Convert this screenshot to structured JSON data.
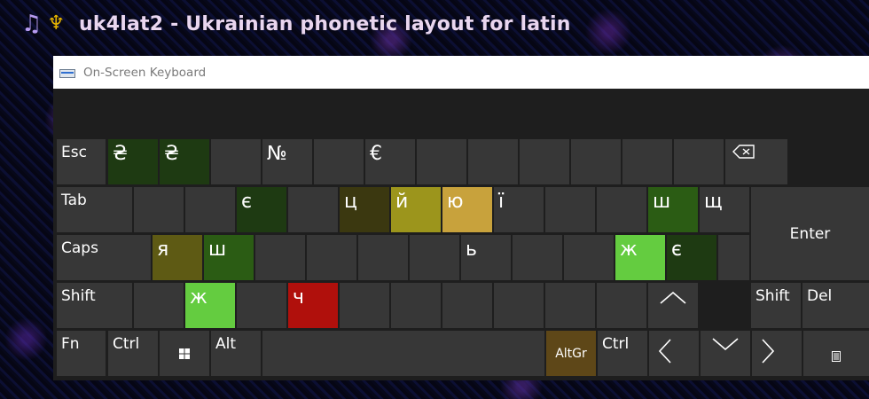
{
  "page": {
    "icon_music": "♫",
    "icon_trident": "♆",
    "title": "uk4lat2 - Ukrainian phonetic layout for latin"
  },
  "window": {
    "title": "On-Screen Keyboard"
  },
  "colors": {
    "key_default": "#373737",
    "key_dark_green": "#1e3a12",
    "key_olive_dark": "#3b3810",
    "key_olive": "#9c951c",
    "key_gold": "#c8a23c",
    "key_green": "#2b5c14",
    "key_bright_green": "#64cc40",
    "key_red": "#b0100c",
    "key_altgr": "#5e4718"
  },
  "keys": {
    "esc": "Esc",
    "r1_1": "₴",
    "r1_2": "₴",
    "r1_3": "",
    "r1_4": "№",
    "r1_5": "",
    "r1_6": "€",
    "r1_7": "",
    "r1_8": "",
    "r1_9": "",
    "r1_10": "",
    "r1_11": "",
    "r1_12": "",
    "tab": "Tab",
    "r2_1": "",
    "r2_2": "",
    "r2_3": "є",
    "r2_4": "",
    "r2_5": "ц",
    "r2_6": "й",
    "r2_7": "ю",
    "r2_8": "ї",
    "r2_9": "",
    "r2_10": "",
    "r2_11": "ш",
    "r2_12": "щ",
    "enter": "Enter",
    "caps": "Caps",
    "r3_1": "я",
    "r3_2": "ш",
    "r3_3": "",
    "r3_4": "",
    "r3_5": "",
    "r3_6": "",
    "r3_7": "ь",
    "r3_8": "",
    "r3_9": "",
    "r3_10": "ж",
    "r3_11": "є",
    "r3_12": "",
    "lshift": "Shift",
    "r4_1": "",
    "r4_2": "ж",
    "r4_3": "",
    "r4_4": "ч",
    "r4_5": "",
    "r4_6": "",
    "r4_7": "",
    "r4_8": "",
    "r4_9": "",
    "r4_10": "",
    "rshift": "Shift",
    "del": "Del",
    "fn": "Fn",
    "lctrl": "Ctrl",
    "alt": "Alt",
    "space": "",
    "altgr": "AltGr",
    "rctrl": "Ctrl"
  },
  "icons": {
    "backspace": "backspace-icon",
    "windows": "windows-logo-icon",
    "up": "arrow-up-icon",
    "left": "arrow-left-icon",
    "down": "arrow-down-icon",
    "right": "arrow-right-icon",
    "menu": "context-menu-icon"
  }
}
